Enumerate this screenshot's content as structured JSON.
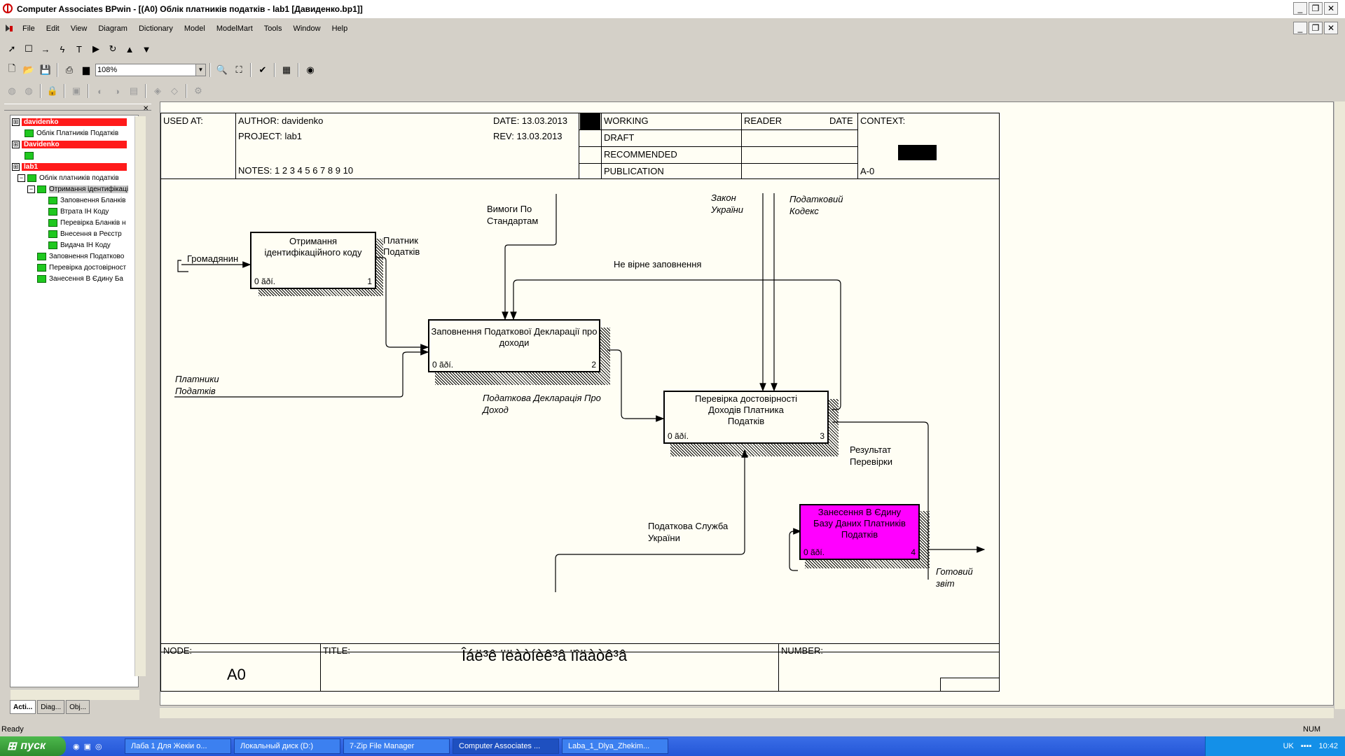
{
  "window": {
    "title": "Computer Associates BPwin - [(A0) Облік платників податків    - lab1  [Давиденко.bp1]]"
  },
  "menu": [
    "File",
    "Edit",
    "View",
    "Diagram",
    "Dictionary",
    "Model",
    "ModelMart",
    "Tools",
    "Window",
    "Help"
  ],
  "toolbar": {
    "zoom": "108%"
  },
  "tree": {
    "nodes": [
      {
        "label": "davidenko",
        "style": "red",
        "level": 0
      },
      {
        "label": "Облік Платників Податків",
        "style": "normal",
        "level": 1
      },
      {
        "label": "Davidenko",
        "style": "red",
        "level": 0
      },
      {
        "label": "",
        "style": "normal",
        "level": 1
      },
      {
        "label": "lab1",
        "style": "red",
        "level": 0
      },
      {
        "label": "Облік платників податків",
        "style": "normal",
        "level": 1
      },
      {
        "label": "Отримання ідентифікаці",
        "style": "sel",
        "level": 2
      },
      {
        "label": "Заповнення Бланків",
        "style": "normal",
        "level": 3
      },
      {
        "label": "Втрата ІН Коду",
        "style": "normal",
        "level": 3
      },
      {
        "label": "Перевірка Бланків н",
        "style": "normal",
        "level": 3
      },
      {
        "label": "Внесення в Реєстр",
        "style": "normal",
        "level": 3
      },
      {
        "label": "Видача ІН Коду",
        "style": "normal",
        "level": 3
      },
      {
        "label": "Заповнення Податково",
        "style": "normal",
        "level": 2
      },
      {
        "label": "Перевірка достовірност",
        "style": "normal",
        "level": 2
      },
      {
        "label": "Занесення В Єдину Ба",
        "style": "normal",
        "level": 2
      }
    ],
    "tabs": [
      "Acti...",
      "Diag...",
      "Obj..."
    ]
  },
  "diagram": {
    "header": {
      "used_at": "USED AT:",
      "author": "AUTHOR:  davidenko",
      "project": "PROJECT:  lab1",
      "date": "DATE:  13.03.2013",
      "rev": "REV:    13.03.2013",
      "notes": "NOTES:  1  2  3  4  5  6  7  8  9  10",
      "working": "WORKING",
      "draft": "DRAFT",
      "recommended": "RECOMMENDED",
      "publication": "PUBLICATION",
      "reader": "READER",
      "reader_date": "DATE",
      "context": "CONTEXT:",
      "context_node": "A-0"
    },
    "footer": {
      "node_label": "NODE:",
      "node_value": "A0",
      "title_label": "TITLE:",
      "title_value": "Îáë³ê ïëàòíèê³â ïîäàòê³â",
      "number_label": "NUMBER:"
    },
    "boxes": [
      {
        "title": "Отримання ідентифікаційного коду",
        "cost": "0 ãðí.",
        "num": "1"
      },
      {
        "title": "Заповнення Податкової Декларації про доходи",
        "cost": "0 ãðí.",
        "num": "2"
      },
      {
        "title": "Перевірка достовірності Доходів Платника Податків",
        "cost": "0 ãðí.",
        "num": "3"
      },
      {
        "title": "Занесення В Єдину Базу Даних Платників Податків",
        "cost": "0 ãðí.",
        "num": "4"
      }
    ],
    "arrows": {
      "hromadianyn": "Громадянин",
      "platnyk": "Платник Податків",
      "platnyky": "Платники Податків",
      "vymohy": "Вимоги По Стандартам",
      "zakon": "Закон України",
      "kodeks": "Податковий Кодекс",
      "nevirne": "Не вірне заповнення",
      "deklaratsiia": "Податкова Декларація Про Доход",
      "rezultat": "Результат Перевірки",
      "sluzhba": "Податкова Служба України",
      "hotovyi": "Готовий звіт"
    },
    "colors": {
      "box4_fill": "#ff00ff",
      "tree_red": "#ff1a1a",
      "tree_green": "#1fc81f"
    }
  },
  "statusbar": {
    "text": "Ready",
    "num": "NUM"
  },
  "taskbar": {
    "start": "пуск",
    "tasks": [
      "Лаба 1 Для Жекіи о...",
      "Локальный диск (D:)",
      "7-Zip File Manager",
      "Computer Associates ...",
      "Laba_1_Dlya_Zhekim..."
    ],
    "lang": "UK",
    "clock": "10:42"
  }
}
